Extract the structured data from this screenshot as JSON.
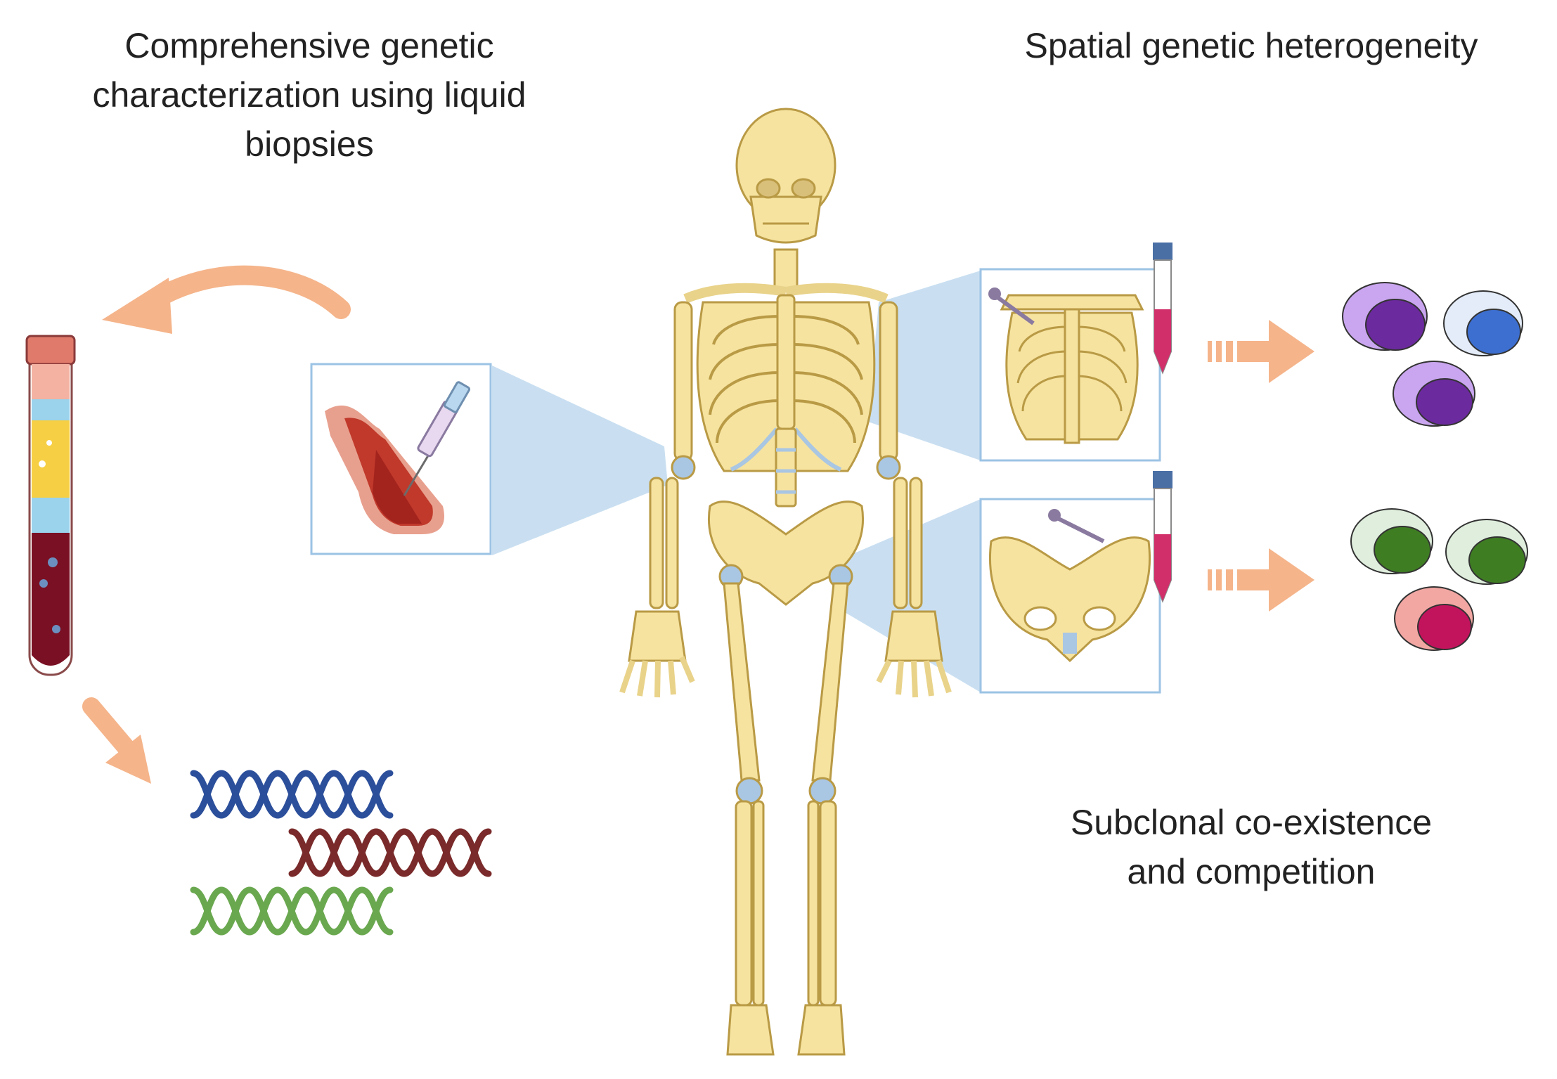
{
  "labels": {
    "liquid_biopsy": [
      "Comprehensive genetic",
      "characterization using liquid",
      "biopsies"
    ],
    "spatial": "Spatial genetic heterogeneity",
    "subclonal": [
      "Subclonal co-existence",
      "and competition"
    ]
  },
  "colors": {
    "arrow": "#f5b48a",
    "zoom_panel": "#b7d4ec",
    "bone": "#f6e3a0",
    "bone_outline": "#b99a45",
    "cartilage": "#a9c6e3",
    "blood": "#7a1023",
    "dna_blue": "#2c4f9b",
    "dna_red": "#7a2a2a",
    "dna_green": "#6aa84f",
    "cell_purple": "#6b2a9e",
    "cell_blue": "#3d6fd1",
    "cell_green": "#3f7d23",
    "cell_magenta": "#c2145c"
  },
  "icons": [
    "blood-tube-icon",
    "dna-helix-icon",
    "blood-vessel-syringe-icon",
    "skeleton-icon",
    "ribcage-biopsy-icon",
    "pelvis-biopsy-icon",
    "sample-tube-icon",
    "tumor-cell-icon"
  ]
}
